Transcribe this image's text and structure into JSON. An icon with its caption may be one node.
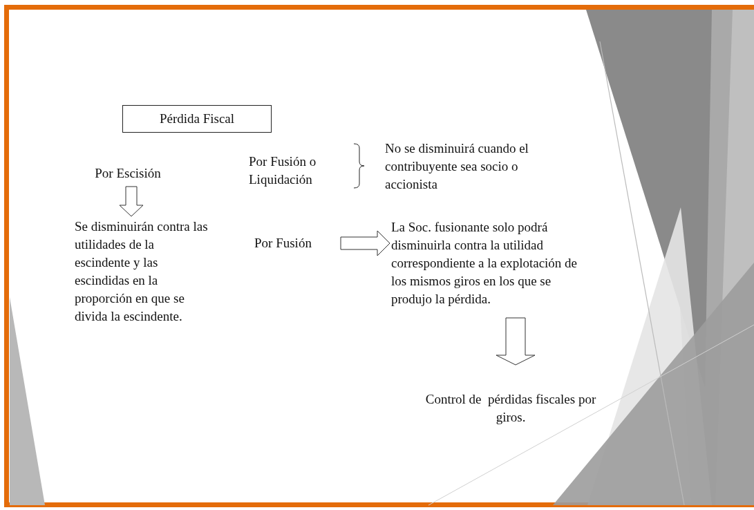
{
  "diagram": {
    "nodes": [
      {
        "text": [
          "Pérdida Fiscal"
        ]
      },
      {
        "text": [
          "Por Escisión"
        ]
      },
      {
        "text": [
          "Se disminuirán contra las utilidades de la escindente y las escindidas en la proporción en que se divida la escindente."
        ]
      },
      {
        "text": [
          "Por Fusión o Liquidación"
        ]
      },
      {
        "text": [
          "No se disminuirá cuando el contribuyente sea socio o accionista"
        ]
      },
      {
        "text": [
          "Por Fusión"
        ]
      },
      {
        "text": [
          "La Soc. fusionante solo podrá disminuirla contra la utilidad correspondiente a la explotación de los mismos giros en los que se produjo la pérdida."
        ]
      },
      {
        "text": [
          "Control de  pérdidas fiscales por giros."
        ]
      }
    ],
    "edges": [
      {
        "from": 1,
        "to": 2,
        "arrow": "to"
      },
      {
        "from": 5,
        "to": 6,
        "arrow": "to"
      },
      {
        "from": 6,
        "to": 7,
        "arrow": "to"
      }
    ]
  }
}
